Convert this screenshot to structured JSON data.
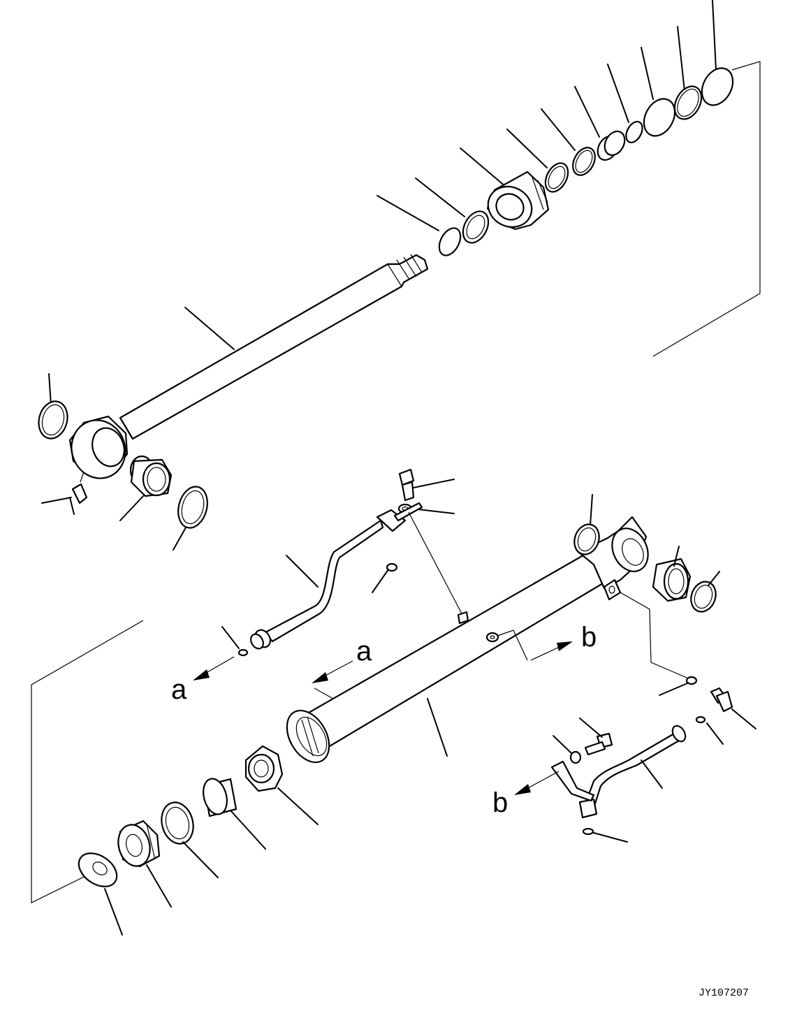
{
  "drawing_code": "JY107207",
  "refs": {
    "a_left": "a",
    "a_mid": "a",
    "b_top": "b",
    "b_bottom": "b"
  }
}
